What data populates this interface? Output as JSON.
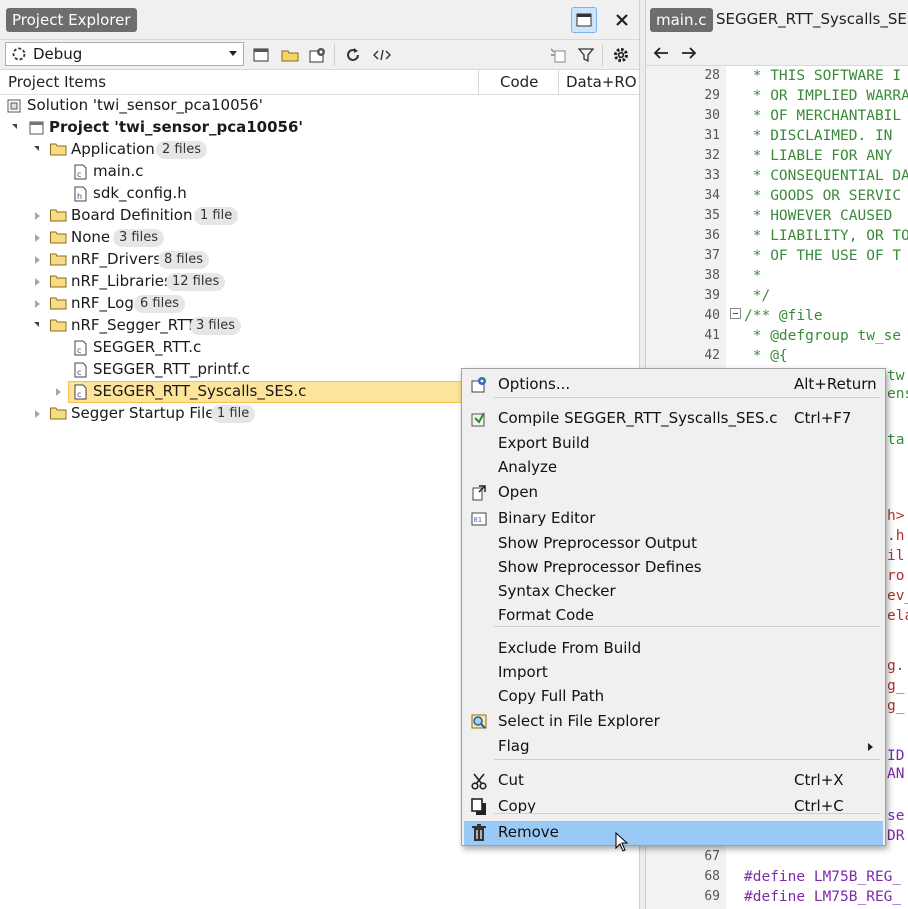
{
  "project_explorer": {
    "title": "Project Explorer",
    "config": "Debug",
    "columns": {
      "items": "Project Items",
      "code": "Code",
      "data": "Data+RO"
    },
    "tree": [
      {
        "label": "Solution 'twi_sensor_pca10056'",
        "badge": ""
      },
      {
        "label": "Project 'twi_sensor_pca10056'",
        "badge": ""
      },
      {
        "label": "Application",
        "badge": "2 files"
      },
      {
        "label": "main.c",
        "badge": ""
      },
      {
        "label": "sdk_config.h",
        "badge": ""
      },
      {
        "label": "Board Definition",
        "badge": "1 file"
      },
      {
        "label": "None",
        "badge": "3 files"
      },
      {
        "label": "nRF_Drivers",
        "badge": "8 files"
      },
      {
        "label": "nRF_Libraries",
        "badge": "12 files"
      },
      {
        "label": "nRF_Log",
        "badge": "6 files"
      },
      {
        "label": "nRF_Segger_RTT",
        "badge": "3 files"
      },
      {
        "label": "SEGGER_RTT.c",
        "badge": ""
      },
      {
        "label": "SEGGER_RTT_printf.c",
        "badge": ""
      },
      {
        "label": "SEGGER_RTT_Syscalls_SES.c",
        "badge": ""
      },
      {
        "label": "Segger Startup Files",
        "badge": "1 file"
      }
    ]
  },
  "editor": {
    "tabs": [
      "main.c",
      "SEGGER_RTT_Syscalls_SES.c"
    ],
    "lines": [
      {
        "n": "28",
        "text": " * THIS SOFTWARE I"
      },
      {
        "n": "29",
        "text": " * OR IMPLIED WARRA"
      },
      {
        "n": "30",
        "text": " * OF MERCHANTABIL"
      },
      {
        "n": "31",
        "text": " * DISCLAIMED. IN "
      },
      {
        "n": "32",
        "text": " * LIABLE FOR ANY "
      },
      {
        "n": "33",
        "text": " * CONSEQUENTIAL DA"
      },
      {
        "n": "34",
        "text": " * GOODS OR SERVIC"
      },
      {
        "n": "35",
        "text": " * HOWEVER CAUSED "
      },
      {
        "n": "36",
        "text": " * LIABILITY, OR TO"
      },
      {
        "n": "37",
        "text": " * OF THE USE OF T"
      },
      {
        "n": "38",
        "text": " *"
      },
      {
        "n": "39",
        "text": " */"
      },
      {
        "n": "40",
        "text": "/** @file"
      },
      {
        "n": "41",
        "text": " * @defgroup tw_se"
      },
      {
        "n": "42",
        "text": " * @{"
      }
    ],
    "bottom_lines": [
      {
        "n": "67",
        "text": ""
      },
      {
        "n": "68",
        "text": "#define LM75B_REG_"
      },
      {
        "n": "69",
        "text": "#define LM75B_REG_"
      }
    ],
    "fragments": [
      "tw",
      "ens",
      "ta",
      "h>",
      ".h",
      "il",
      "ro",
      "ev_",
      "ela",
      "g.",
      "g_",
      "g_",
      "ID",
      "AN",
      "se",
      "DR"
    ]
  },
  "context_menu": {
    "items": [
      {
        "label": "Options...",
        "shortcut": "Alt+Return",
        "icon": "options-icon"
      },
      {
        "label": "Compile SEGGER_RTT_Syscalls_SES.c",
        "shortcut": "Ctrl+F7",
        "icon": "compile-icon"
      },
      {
        "label": "Export Build",
        "shortcut": "",
        "icon": ""
      },
      {
        "label": "Analyze",
        "shortcut": "",
        "icon": ""
      },
      {
        "label": "Open",
        "shortcut": "",
        "icon": "open-icon"
      },
      {
        "label": "Binary Editor",
        "shortcut": "",
        "icon": "binary-editor-icon"
      },
      {
        "label": "Show Preprocessor Output",
        "shortcut": "",
        "icon": ""
      },
      {
        "label": "Show Preprocessor Defines",
        "shortcut": "",
        "icon": ""
      },
      {
        "label": "Syntax Checker",
        "shortcut": "",
        "icon": ""
      },
      {
        "label": "Format Code",
        "shortcut": "",
        "icon": ""
      },
      {
        "label": "Exclude From Build",
        "shortcut": "",
        "icon": ""
      },
      {
        "label": "Import",
        "shortcut": "",
        "icon": ""
      },
      {
        "label": "Copy Full Path",
        "shortcut": "",
        "icon": ""
      },
      {
        "label": "Select in File Explorer",
        "shortcut": "",
        "icon": "file-explorer-icon"
      },
      {
        "label": "Flag",
        "shortcut": "",
        "icon": ""
      },
      {
        "label": "Cut",
        "shortcut": "Ctrl+X",
        "icon": "cut-icon"
      },
      {
        "label": "Copy",
        "shortcut": "Ctrl+C",
        "icon": "copy-icon"
      },
      {
        "label": "Remove",
        "shortcut": "",
        "icon": "trash-icon"
      }
    ]
  },
  "colors": {
    "selection": "#fde49a",
    "menu_hover": "#99c9f5",
    "comment": "#3a8a3a",
    "define": "#7b2aa8"
  }
}
